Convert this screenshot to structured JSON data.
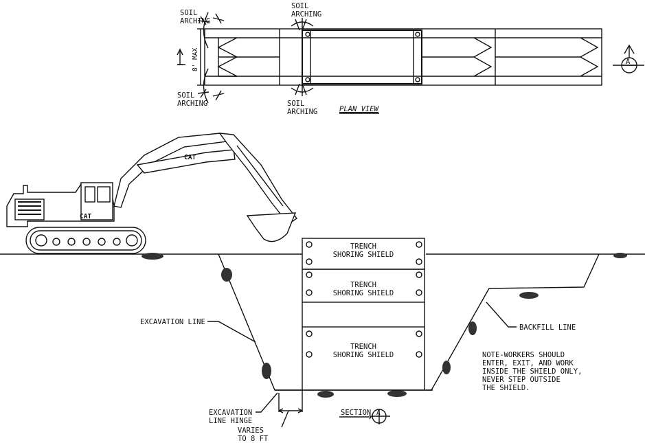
{
  "plan": {
    "soil_arching_tl": [
      "SOIL",
      "ARCHING"
    ],
    "soil_arching_tc": [
      "SOIL",
      "ARCHING"
    ],
    "soil_arching_bl": [
      "SOIL",
      "ARCHING"
    ],
    "soil_arching_bc": [
      "SOIL",
      "ARCHING"
    ],
    "dimension": "8' MAX",
    "title": "PLAN VIEW",
    "section_marker": "A"
  },
  "section": {
    "shield_labels": [
      [
        "TRENCH",
        "SHORING SHIELD"
      ],
      [
        "TRENCH",
        "SHORING SHIELD"
      ],
      [
        "TRENCH",
        "SHORING SHIELD"
      ]
    ],
    "excavation_line": "EXCAVATION LINE",
    "backfill_line": "BACKFILL LINE",
    "hinge": [
      "EXCAVATION",
      "LINE HINGE"
    ],
    "varies": [
      "VARIES",
      "TO 8 FT"
    ],
    "section_label": "SECTION",
    "section_marker": "A",
    "note": [
      "NOTE-WORKERS SHOULD",
      "ENTER, EXIT, AND WORK",
      "INSIDE THE SHIELD ONLY,",
      "NEVER STEP OUTSIDE",
      "THE SHIELD."
    ]
  },
  "excavator": {
    "brand": "CAT"
  }
}
